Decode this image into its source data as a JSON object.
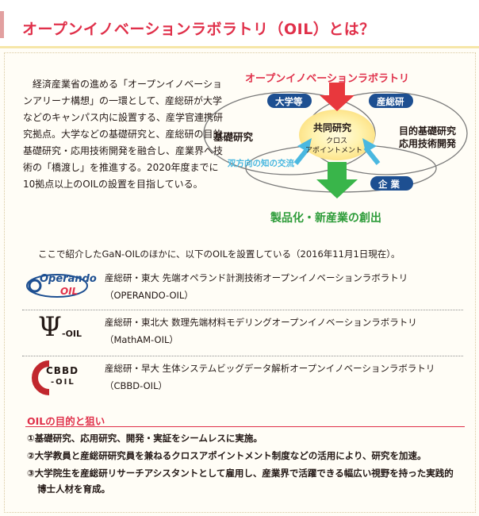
{
  "header": {
    "title": "オープンイノベーションラボラトリ（OIL）とは？"
  },
  "intro": {
    "text": "経済産業省の進める「オープンイノベーションアリーナ構想」の一環として、産総研が大学などのキャンパス内に設置する、産学官連携研究拠点。大学などの基礎研究と、産総研の目的基礎研究・応用技術開発を融合し、産業界へ技術の「橋渡し」を推進する。2020年度までに10拠点以上のOILの設置を目指している。"
  },
  "diagram": {
    "title": "オープンイノベーションラボラトリ",
    "universities": "大学等",
    "aist": "産総研",
    "basic_research": "基礎研究",
    "joint_research": "共同研究",
    "cross_appointment_1": "クロス",
    "cross_appointment_2": "アポイントメント",
    "purpose_research_1": "目的基礎研究",
    "purpose_research_2": "応用技術開発",
    "bidirectional": "双方向の知の交流",
    "companies": "企 業",
    "outcome": "製品化・新産業の創出",
    "colors": {
      "title_red": "#e0304a",
      "label_blue": "#1d4f91",
      "arrow_red": "#e8383d",
      "arrow_green": "#39b54a",
      "arrow_cyan": "#4ab8e0",
      "center_yellow": "#fff3b0",
      "outcome_green": "#2e9c3a"
    }
  },
  "note": "ここで紹介したGaN-OILのほかに、以下のOILを設置している（2016年11月1日現在）。",
  "oils": [
    {
      "name": "産総研・東大 先端オペランド計測技術オープンイノベーションラボラトリ",
      "code": "（OPERANDO-OIL）",
      "logo_text_1": "Operando",
      "logo_text_2": "OIL",
      "logo_icon": "operando-logo-icon"
    },
    {
      "name": "産総研・東北大 数理先端材料モデリングオープンイノベーションラボラトリ",
      "code": "（MathAM-OIL）",
      "logo_text_1": "Ψ",
      "logo_text_2": "-OIL",
      "logo_icon": "matham-logo-icon"
    },
    {
      "name": "産総研・早大 生体システムビッグデータ解析オープンイノベーションラボラトリ",
      "code": "（CBBD-OIL）",
      "logo_text_1": "CBBD",
      "logo_text_2": "-OIL",
      "logo_icon": "cbbd-logo-icon"
    }
  ],
  "goals": {
    "title": "OILの目的と狙い",
    "items": [
      "①基礎研究、応用研究、開発・実証をシームレスに実施。",
      "②大学教員と産総研研究員を兼ねるクロスアポイントメント制度などの活用により、研究を加速。",
      "③大学院生を産総研リサーチアシスタントとして雇用し、産業界で活躍できる幅広い視野を持った実践的",
      "博士人材を育成。"
    ]
  }
}
